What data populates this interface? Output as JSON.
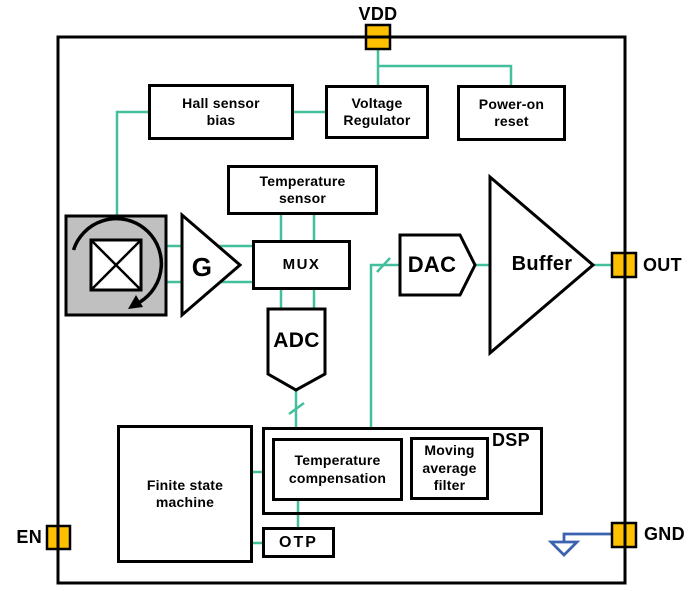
{
  "diagram": {
    "pins": {
      "vdd": "VDD",
      "out": "OUT",
      "en": "EN",
      "gnd": "GND"
    },
    "blocks": {
      "hall_sensor_bias": "Hall sensor bias",
      "voltage_regulator": "Voltage Regulator",
      "power_on_reset": "Power-on reset",
      "temperature_sensor": "Temperature sensor",
      "mux": "MUX",
      "gain": "G",
      "adc": "ADC",
      "dac": "DAC",
      "buffer": "Buffer",
      "finite_state_machine": "Finite state machine",
      "dsp": "DSP",
      "temperature_compensation": "Temperature compensation",
      "moving_average_filter": "Moving average filter",
      "otp": "OTP"
    },
    "colors": {
      "wire_teal": "#44BF9E",
      "pin_orange": "#FFC000",
      "ground_blue": "#3A62AE",
      "hall_plate_gray": "#C0C0C0",
      "outline_black": "#000000"
    }
  }
}
